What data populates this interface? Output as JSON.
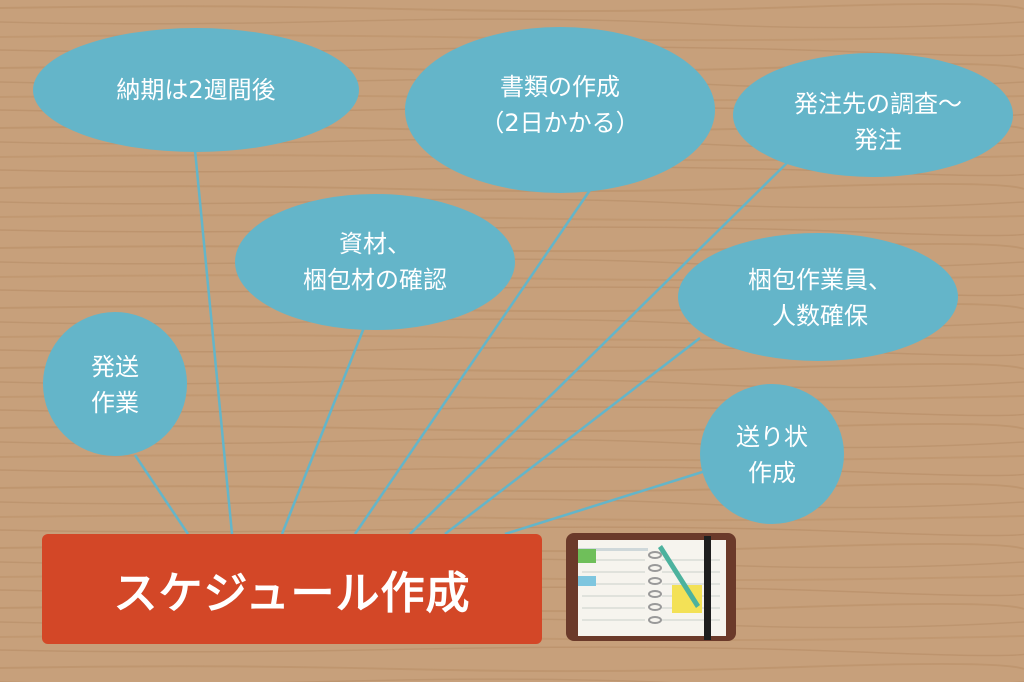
{
  "colors": {
    "wood": "#c49a75",
    "bubble": "#64b5c9",
    "connector": "#64b5c9",
    "main_box": "#d34727",
    "text": "#ffffff"
  },
  "main": {
    "label": "スケジュール作成"
  },
  "bubbles": [
    {
      "id": "delivery",
      "text": "納期は2週間後"
    },
    {
      "id": "documents",
      "text": "書類の作成\n（2日かかる）"
    },
    {
      "id": "supplier",
      "text": "発注先の調査〜\n発注"
    },
    {
      "id": "materials",
      "text": "資材、\n梱包材の確認"
    },
    {
      "id": "staff",
      "text": "梱包作業員、\n人数確保"
    },
    {
      "id": "shipping",
      "text": "発送\n作業"
    },
    {
      "id": "invoice",
      "text": "送り状\n作成"
    }
  ],
  "icons": {
    "notebook": "planner-notebook-icon"
  }
}
